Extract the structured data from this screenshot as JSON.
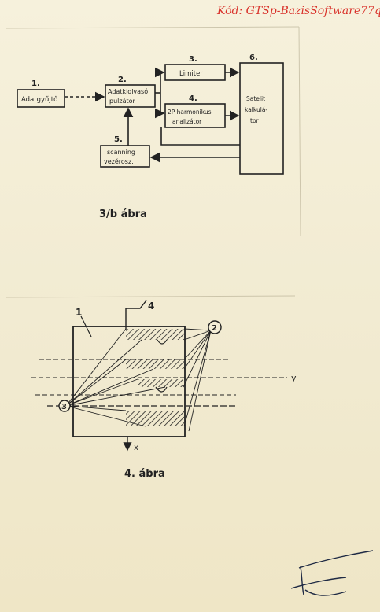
{
  "header": {
    "code_text": "Kód: GTSp-BazisSoftware77q"
  },
  "figure_3b": {
    "caption": "3/b ábra",
    "blocks": [
      {
        "num": "1.",
        "lines": [
          "Adatgyűjtő"
        ]
      },
      {
        "num": "2.",
        "lines": [
          "Adatkiolvasó",
          "pulzátor"
        ]
      },
      {
        "num": "3.",
        "lines": [
          "Limiter"
        ]
      },
      {
        "num": "4.",
        "lines": [
          "2P harmonikus",
          "analizátor"
        ]
      },
      {
        "num": "5.",
        "lines": [
          "scanning",
          "vezérosz."
        ]
      },
      {
        "num": "6.",
        "lines": [
          "Satelit",
          "kalkulá-",
          "tor"
        ]
      }
    ]
  },
  "figure_4": {
    "caption": "4. ábra",
    "labels": {
      "n1": "1",
      "n4": "4",
      "n2": "2",
      "n3": "3",
      "axis_x": "x",
      "axis_y": "y"
    }
  },
  "colors": {
    "ink": "#222222",
    "code_red": "#d9322b",
    "paper": "#f4eed7"
  }
}
